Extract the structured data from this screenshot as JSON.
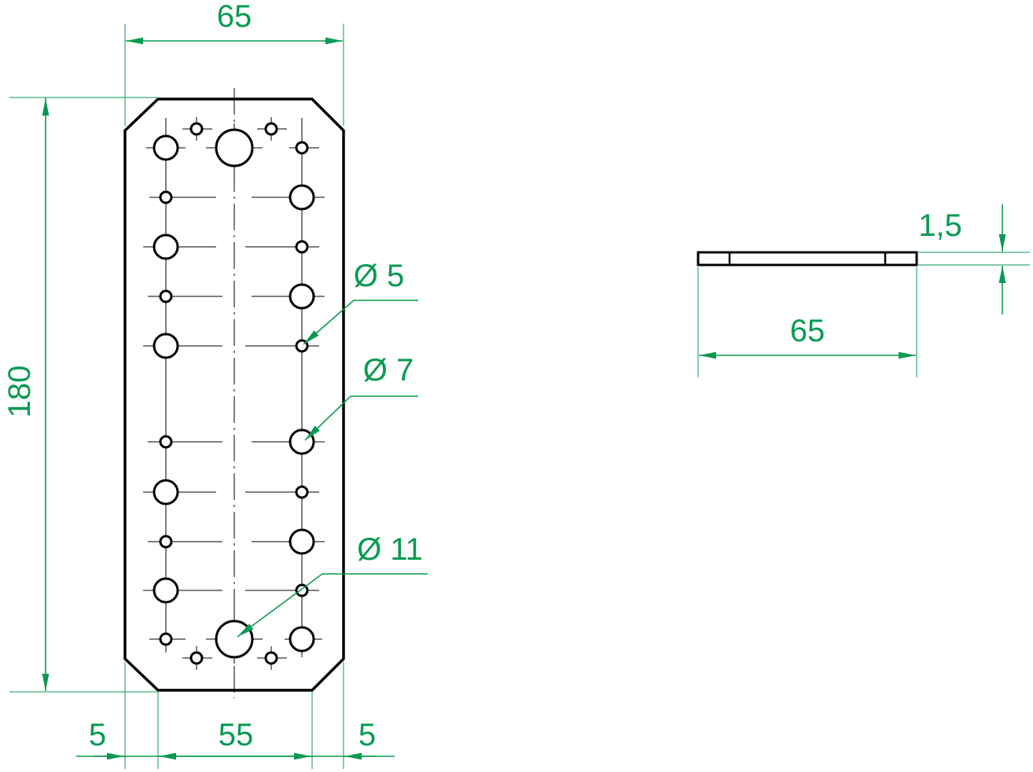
{
  "drawing": {
    "colors": {
      "dimension": "#0a9a52",
      "outline": "#000000",
      "background": "#ffffff"
    },
    "top_view": {
      "dimensions": {
        "overall_width": "65",
        "overall_height": "180",
        "left_margin": "5",
        "center_width": "55",
        "right_margin": "5"
      },
      "hole_callouts": {
        "small": "Ø 5",
        "medium": "Ø 7",
        "large": "Ø 11"
      }
    },
    "side_view": {
      "dimensions": {
        "thickness": "1,5",
        "width": "65"
      }
    }
  }
}
